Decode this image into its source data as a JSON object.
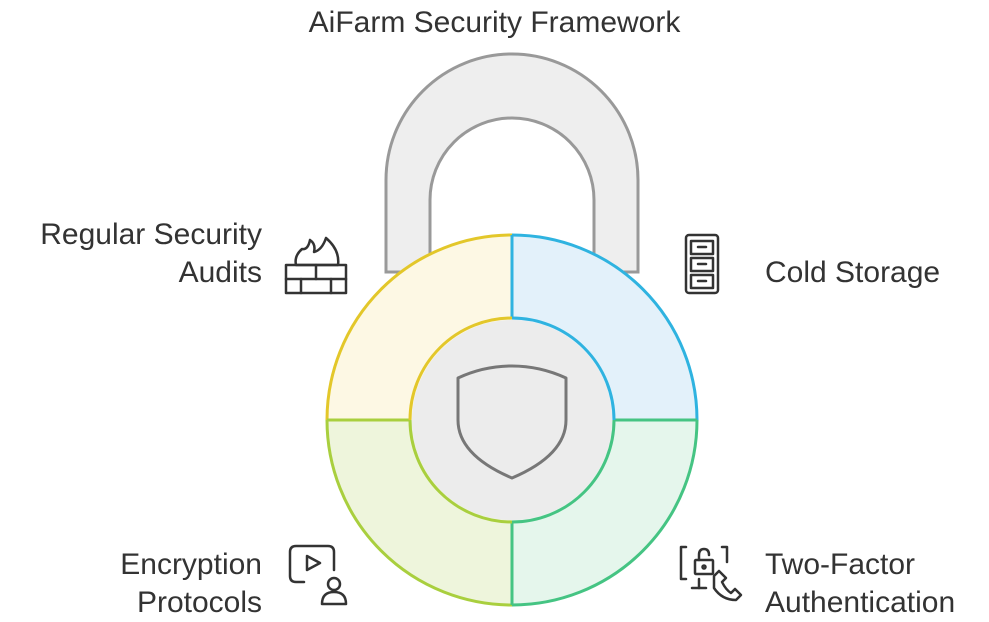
{
  "title": "AiFarm Security Framework",
  "segments": [
    {
      "id": "audits",
      "label_lines": [
        "Regular Security",
        "Audits"
      ],
      "icon": "firewall-icon",
      "color": "#e3c72a",
      "fill": "#fdf8e4"
    },
    {
      "id": "cold",
      "label_lines": [
        "Cold Storage"
      ],
      "icon": "file-cabinet-icon",
      "color": "#2fb3e0",
      "fill": "#e3f1fa"
    },
    {
      "id": "encryption",
      "label_lines": [
        "Encryption",
        "Protocols"
      ],
      "icon": "video-user-icon",
      "color": "#a9cf3e",
      "fill": "#eef5dc"
    },
    {
      "id": "twofactor",
      "label_lines": [
        "Two-Factor",
        "Authentication"
      ],
      "icon": "phone-lock-icon",
      "color": "#45c483",
      "fill": "#e5f6ec"
    }
  ],
  "center_icon": "shield-icon",
  "shackle_color": "#999999",
  "shackle_fill": "#eeeeee"
}
